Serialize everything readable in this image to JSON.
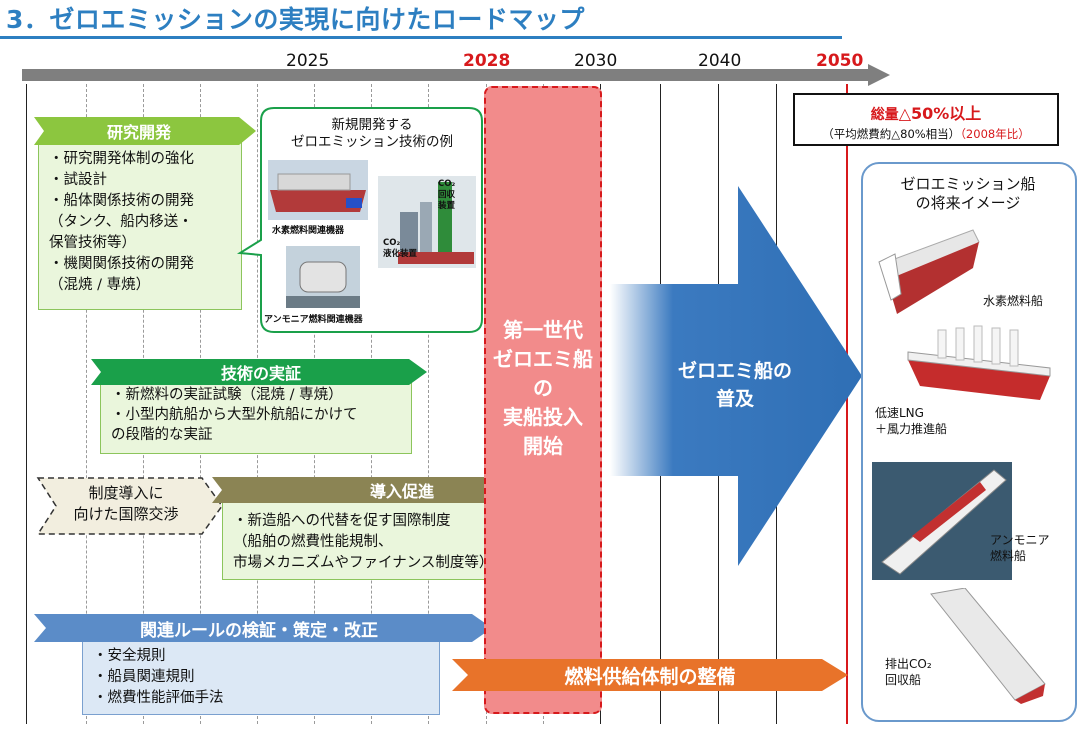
{
  "title": "3．ゼロエミッションの実現に向けたロードマップ",
  "timeline": {
    "years": [
      "2025",
      "2028",
      "2030",
      "2040",
      "2050"
    ]
  },
  "target": {
    "line1_prefix": "総量",
    "line1_value": "△50%以上",
    "line2": "（平均燃費約△80%相当）",
    "line2_note": "（2008年比）"
  },
  "research": {
    "label": "研究開発",
    "bullets": "・研究開発体制の強化\n・試設計\n・船体関係技術の開発\n（タンク、船内移送・\n保管技術等）\n・機関関係技術の開発\n（混焼 / 専焼）"
  },
  "examples": {
    "title": "新規開発する\nゼロエミッション技術の例",
    "hydrogen": "水素燃料関連機器",
    "co2_recovery": "CO₂\n回収\n装置",
    "co2_liquefaction": "CO₂\n液化装置",
    "ammonia": "アンモニア燃料関連機器"
  },
  "demonstration": {
    "label": "技術の実証",
    "bullets": "・新燃料の実証試験（混焼 / 専焼）\n・小型内航船から大型外航船にかけて\nの段階的な実証"
  },
  "negotiation": {
    "label": "制度導入に\n向けた国際交渉"
  },
  "promotion": {
    "label": "導入促進",
    "bullets": "・新造船への代替を促す国際制度\n（船舶の燃費性能規制、\n市場メカニズムやファイナンス制度等）"
  },
  "rules": {
    "label": "関連ルールの検証・策定・改正",
    "bullets": "・安全規則\n・船員関連規則\n・燃費性能評価手法"
  },
  "first_gen": {
    "text": "第一世代\nゼロエミ船\nの\n実船投入\n開始"
  },
  "spread": {
    "text": "ゼロエミ船の\n普及"
  },
  "fuel_supply": {
    "label": "燃料供給体制の整備"
  },
  "future": {
    "title": "ゼロエミッション船\nの将来イメージ",
    "ships": [
      {
        "label": "水素燃料船"
      },
      {
        "label": "低速LNG\n＋風力推進船"
      },
      {
        "label": "アンモニア\n燃料船"
      },
      {
        "label": "排出CO₂\n回収船"
      }
    ]
  },
  "colors": {
    "title_blue": "#2d7fc1",
    "research_green": "#8cc63f",
    "demo_green": "#1aa04a",
    "promo_olive": "#8b8454",
    "rules_blue": "#5b8cc8",
    "first_gen_red": "#f28b8b",
    "spread_blue": "#2f6fb5",
    "fuel_orange": "#e8732a",
    "target_red": "#d7191c"
  }
}
